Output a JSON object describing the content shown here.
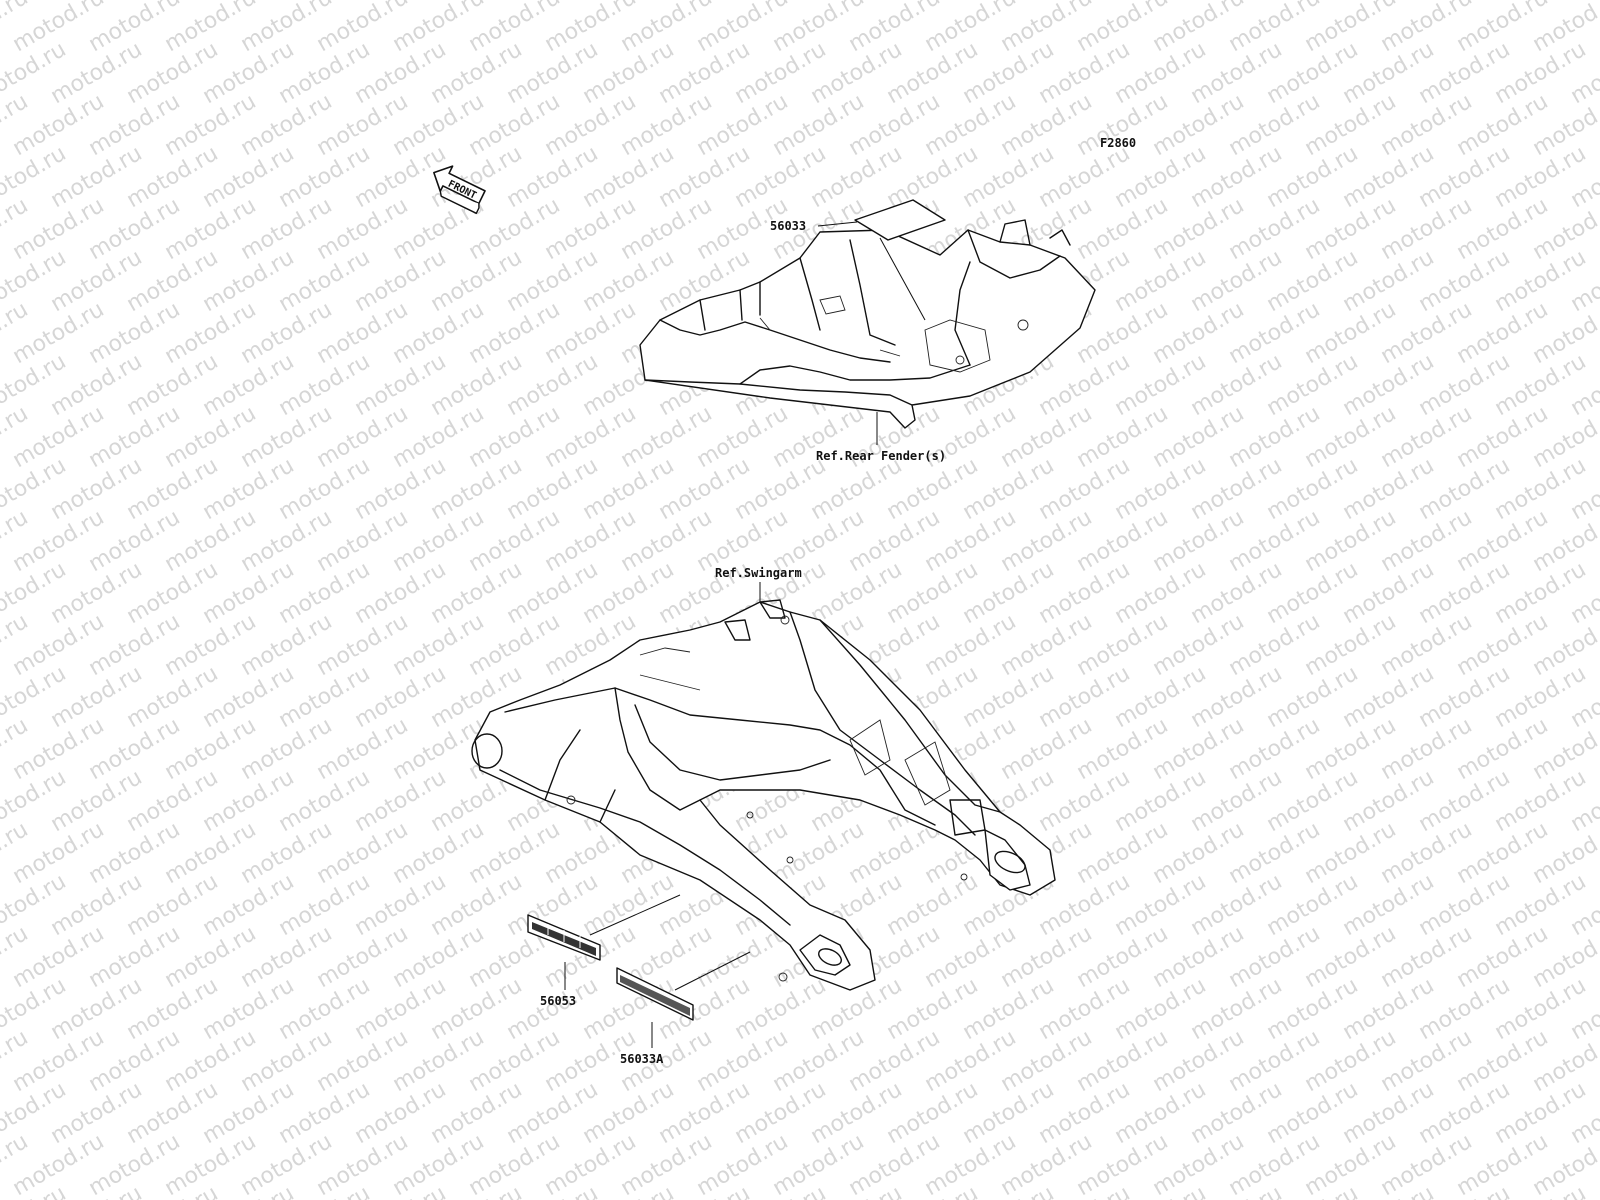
{
  "watermark": "motod.ru",
  "figure_code": "F2860",
  "front_arrow": {
    "label": "FRONT",
    "icon": "front-direction-arrow-icon"
  },
  "parts": {
    "p56033": "56033",
    "p56053": "56053",
    "p56033A": "56033A"
  },
  "references": {
    "rear_fender": "Ref.Rear Fender(s)",
    "swingarm": "Ref.Swingarm"
  }
}
